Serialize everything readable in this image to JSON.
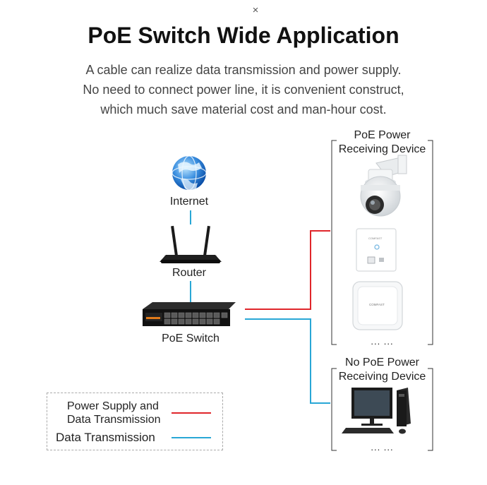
{
  "header": {
    "close_glyph": "×",
    "title": "PoE Switch Wide Application",
    "lines": [
      "A cable can realize data transmission and power supply.",
      "No need to connect power line, it is convenient construct,",
      "which much save material cost and man-hour cost."
    ]
  },
  "nodes": {
    "internet": "Internet",
    "router": "Router",
    "switch": "PoE Switch"
  },
  "groups": {
    "poe": {
      "title_line1": "PoE Power",
      "title_line2": "Receiving Device",
      "ellipsis": "... ..."
    },
    "nopoe": {
      "title_line1": "No PoE Power",
      "title_line2": "Receiving Device",
      "ellipsis": "... ..."
    }
  },
  "device_text": {
    "brand": "COMFAST"
  },
  "legend": {
    "power_line1": "Power Supply and",
    "power_line2": "Data Transmission",
    "data": "Data Transmission"
  },
  "colors": {
    "power_line": "#e0262b",
    "data_line": "#29a7d6"
  }
}
